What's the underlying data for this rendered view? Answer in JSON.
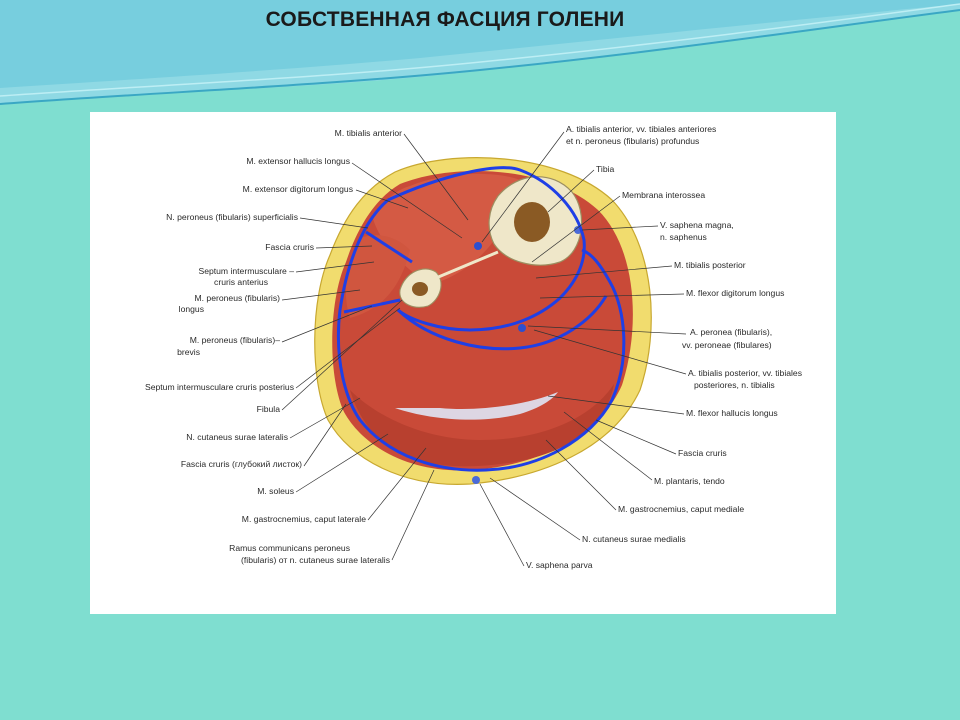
{
  "slide": {
    "title": "СОБСТВЕННАЯ ФАСЦИЯ ГОЛЕНИ"
  },
  "colors": {
    "background": "#7fded0",
    "waves": "#5cc2d2",
    "fat": "#f1dc6e",
    "muscle": "#c94a38",
    "fascia_outline": "#1f3fe6",
    "bone": "#efe7c9"
  },
  "labels": {
    "tibialis_anterior": "M. tibialis anterior",
    "ext_hallucis": "M. extensor hallucis longus",
    "ext_digitorum": "M. extensor digitorum longus",
    "peroneus_superficialis": "N. peroneus (fibularis) superficialis",
    "fascia_cruris_1": "Fascia cruris",
    "septum_ant_1": "Septum intermusculare –",
    "septum_ant_2": "cruris anterius",
    "peroneus_longus_1": "M. peroneus (fibularis)",
    "peroneus_longus_2": "longus",
    "peroneus_brevis_1": "M. peroneus (fibularis)–",
    "peroneus_brevis_2": "brevis",
    "septum_post": "Septum intermusculare cruris posterius",
    "fibula": "Fibula",
    "cutaneus_surae_lat": "N. cutaneus surae lateralis",
    "fascia_deep": "Fascia cruris (глубокий листок)",
    "soleus": "M. soleus",
    "gastro_lat": "M. gastrocnemius, caput laterale",
    "ramus_1": "Ramus communicans peroneus",
    "ramus_2": "(fibularis) от n. cutaneus surae lateralis",
    "a_tib_ant_1": "A. tibialis anterior, vv. tibiales anteriores",
    "a_tib_ant_2": "et n. peroneus (fibularis) profundus",
    "tibia": "Tibia",
    "membrana": "Membrana interossea",
    "saphena_magna_1": "V. saphena magna,",
    "saphena_magna_2": "n. saphenus",
    "tibialis_post": "M. tibialis posterior",
    "flexor_dig": "M. flexor digitorum longus",
    "a_peronea_1": "A. peronea (fibularis),",
    "a_peronea_2": "vv. peroneae (fibulares)",
    "a_tib_post_1": "A. tibialis posterior, vv. tibiales",
    "a_tib_post_2": "posteriores, n. tibialis",
    "flexor_hall": "M. flexor hallucis longus",
    "fascia_cruris_2": "Fascia cruris",
    "plantaris": "M. plantaris, tendo",
    "gastro_med": "M. gastrocnemius, caput mediale",
    "cutaneus_surae_med": "N. cutaneus surae medialis",
    "saphena_parva": "V. saphena parva"
  }
}
